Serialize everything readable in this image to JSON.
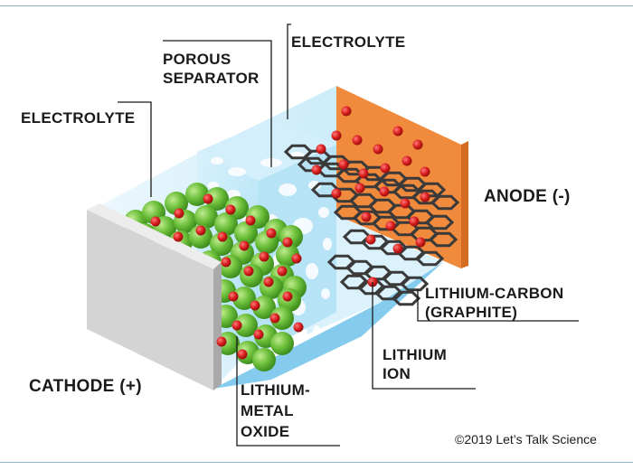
{
  "labels": {
    "electrolyte_left": "ELECTROLYTE",
    "porous_separator": "POROUS\nSEPARATOR",
    "electrolyte_top": "ELECTROLYTE",
    "anode": "ANODE (-)",
    "cathode": "CATHODE (+)",
    "lithium_metal_oxide": "LITHIUM-\nMETAL\nOXIDE",
    "lithium_carbon": "LITHIUM-CARBON\n(GRAPHITE)",
    "lithium_ion": "LITHIUM\nION"
  },
  "credit": "©2019 Let’s Talk Science",
  "colors": {
    "cathode_plate": "#d4d4d4",
    "anode_plate": "#f08a3c",
    "separator": "#bfe6f7",
    "electrolyte": "#d9f0fb",
    "oxide_sphere": "#6cbf3a",
    "lithium_ion": "#d81e1e",
    "graphite": "#3a3a3a",
    "frame_line": "#8fb3c9"
  }
}
